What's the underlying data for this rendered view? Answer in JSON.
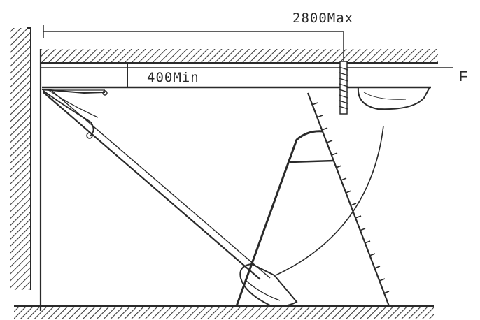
{
  "diagram": {
    "labels": {
      "max_dimension": "2800Max",
      "min_dimension": "400Min",
      "side_marker": "F"
    },
    "colors": {
      "ink": "#2a2a2a",
      "hatch": "#3a3a3a",
      "background": "#ffffff"
    }
  }
}
